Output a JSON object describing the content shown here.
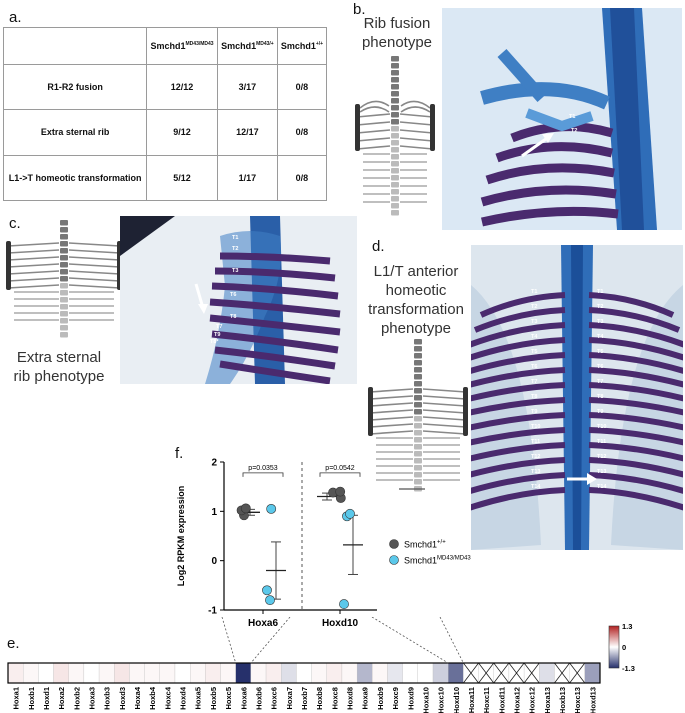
{
  "panels": {
    "a": "a.",
    "b": "b.",
    "c": "c.",
    "d": "d.",
    "e": "e.",
    "f": "f."
  },
  "table": {
    "columns": [
      {
        "base": "Smchd1",
        "sup": "MD43/MD43"
      },
      {
        "base": "Smchd1",
        "sup": "MD43/+"
      },
      {
        "base": "Smchd1",
        "sup": "+/+"
      }
    ],
    "rows": [
      {
        "label": "R1-R2 fusion",
        "values": [
          "12/12",
          "3/17",
          "0/8"
        ]
      },
      {
        "label": "Extra sternal rib",
        "values": [
          "9/12",
          "12/17",
          "0/8"
        ]
      },
      {
        "label": "L1->T homeotic transformation",
        "values": [
          "5/12",
          "1/17",
          "0/8"
        ]
      }
    ]
  },
  "captions": {
    "b": [
      "Rib fusion",
      "phenotype"
    ],
    "c": [
      "Extra sternal",
      "rib phenotype"
    ],
    "d": [
      "L1/T anterior",
      "homeotic",
      "transformation",
      "phenotype"
    ]
  },
  "bone_labels": {
    "b": [
      "T1",
      "T2"
    ],
    "c": [
      "T1",
      "T2",
      "T3",
      "T6",
      "T8",
      "T7",
      "T9",
      "T8*"
    ],
    "d": [
      "T1",
      "T2",
      "T3",
      "T4",
      "T5",
      "T6",
      "T7",
      "T8",
      "T9",
      "T10",
      "T11",
      "T12",
      "T13",
      "T14"
    ]
  },
  "colors": {
    "bone_blue": "#3f7fc4",
    "rib_purple": "#4a2a6e",
    "wildtype_dot": "#555555",
    "mutant_dot": "#5bc8ea",
    "heat_high": "#b22222",
    "heat_low": "#26306b"
  },
  "chart_data": [
    {
      "type": "scatter",
      "title": "",
      "ylabel": "Log2 RPKM expression",
      "ylim": [
        -1,
        2
      ],
      "yticks": [
        "2",
        "1",
        "0",
        "-1"
      ],
      "categories": [
        "Hoxa6",
        "Hoxd10"
      ],
      "pvalues": [
        "p=0.0353",
        "p=0.0542"
      ],
      "series": [
        {
          "name": "Smchd1",
          "sup": "+/+",
          "color": "#555555",
          "points": [
            [
              [
                0.92,
                1.0
              ],
              [
                1.02,
                0.96
              ],
              [
                1.06,
                1.03
              ]
            ],
            [
              [
                1.27,
                1.33
              ],
              [
                1.38,
                1.2
              ],
              [
                1.4,
                1.32
              ]
            ]
          ],
          "mean": [
            0.98,
            1.3
          ],
          "err": [
            0.06,
            0.07
          ]
        },
        {
          "name": "Smchd1",
          "sup": "MD43/MD43",
          "color": "#5bc8ea",
          "points": [
            [
              [
                -0.8,
                1.0
              ],
              [
                -0.6,
                0.95
              ],
              [
                1.05,
                1.02
              ]
            ],
            [
              [
                -0.88,
                0.95
              ],
              [
                0.9,
                1.0
              ],
              [
                0.95,
                1.05
              ]
            ]
          ],
          "mean": [
            -0.2,
            0.32
          ],
          "err": [
            0.58,
            0.6
          ]
        }
      ]
    },
    {
      "type": "heatmap",
      "colorbar": {
        "max": "1.3",
        "mid": "0",
        "min": "-1.3"
      },
      "genes": [
        "Hoxa1",
        "Hoxb1",
        "Hoxd1",
        "Hoxa2",
        "Hoxb2",
        "Hoxa3",
        "Hoxb3",
        "Hoxd3",
        "Hoxa4",
        "Hoxb4",
        "Hoxc4",
        "Hoxd4",
        "Hoxa5",
        "Hoxb5",
        "Hoxc5",
        "Hoxa6",
        "Hoxb6",
        "Hoxc6",
        "Hoxa7",
        "Hoxb7",
        "Hoxb8",
        "Hoxc8",
        "Hoxd8",
        "Hoxa9",
        "Hoxb9",
        "Hoxc9",
        "Hoxd9",
        "Hoxa10",
        "Hoxc10",
        "Hoxd10",
        "Hoxa11",
        "Hoxc11",
        "Hoxd11",
        "Hoxa12",
        "Hoxc12",
        "Hoxa13",
        "Hoxb13",
        "Hoxc13",
        "Hoxd13"
      ],
      "values": [
        0.1,
        0.05,
        0.0,
        0.15,
        0.05,
        0.0,
        0.05,
        0.15,
        0.05,
        0.05,
        0.05,
        0.0,
        0.05,
        0.1,
        0.05,
        -1.3,
        0.05,
        0.1,
        -0.2,
        0.0,
        0.05,
        0.1,
        0.05,
        -0.45,
        0.05,
        -0.15,
        0.0,
        0.0,
        -0.3,
        -0.9,
        null,
        null,
        null,
        null,
        null,
        -0.2,
        null,
        null,
        -0.6
      ]
    }
  ]
}
